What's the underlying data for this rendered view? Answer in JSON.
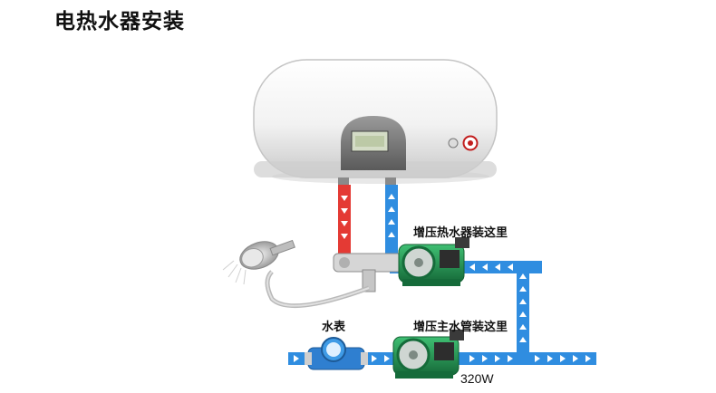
{
  "title": "电热水器安装",
  "heater": {
    "brand_text": "",
    "panel_text": ""
  },
  "labels": {
    "booster_heater": "增压热水器装这里",
    "booster_main": "增压主水管装这里",
    "water_meter": "水表",
    "pump_power": "320W"
  },
  "icons": {
    "flow_arrow": "white-arrow-icon",
    "shower": "shower-head-icon",
    "pump": "circulation-pump-icon",
    "meter": "water-meter-icon"
  },
  "colors": {
    "hot_pipe": "#e43a34",
    "cold_pipe": "#2f8de0",
    "pump_green": "#1f8e4c",
    "heater_body": "#f1f1f1"
  }
}
